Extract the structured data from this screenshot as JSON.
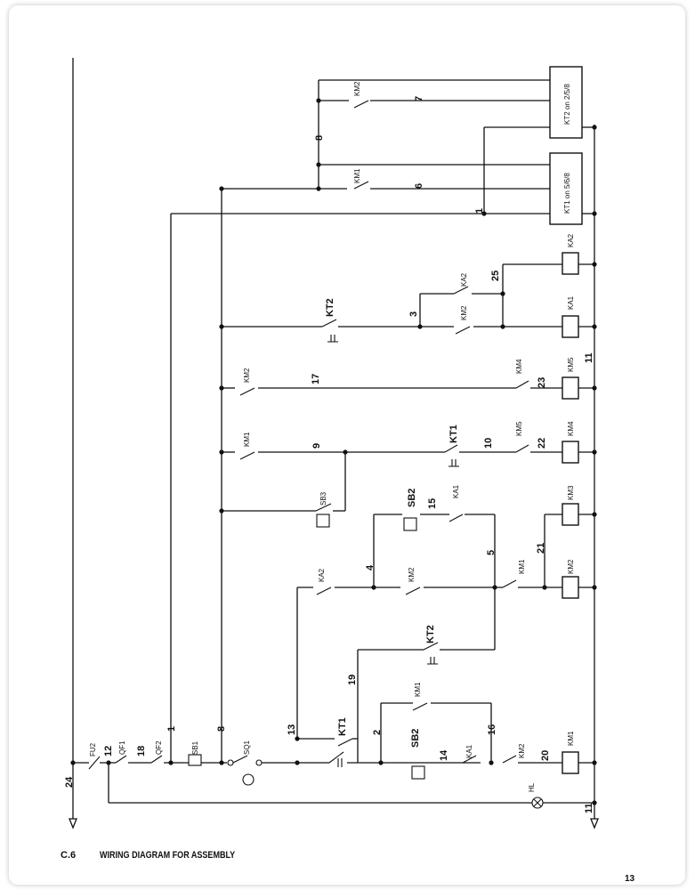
{
  "footer": {
    "code": "C.6",
    "title": "WIRING DIAGRAM FOR ASSEMBLY",
    "page_number": "13"
  },
  "diagram": {
    "wire_numbers": [
      "24",
      "12",
      "18",
      "1",
      "8",
      "13",
      "2",
      "19",
      "14",
      "16",
      "20",
      "4",
      "5",
      "15",
      "21",
      "9",
      "10",
      "22",
      "17",
      "23",
      "11",
      "3",
      "25",
      "6",
      "7"
    ],
    "components": {
      "FU2": "FU2",
      "QF1": "QF1",
      "QF2": "QF2",
      "SB1": "SB1",
      "SQ1": "SQ1",
      "KT1": "KT1",
      "KT2": "KT2",
      "SB2": "SB2",
      "SB3": "SB3",
      "KA1": "KA1",
      "KA2": "KA2",
      "HL": "HL",
      "KM1": "KM1",
      "KM2": "KM2",
      "KM3": "KM3",
      "KM4": "KM4",
      "KM5": "KM5",
      "KT1_coil": "KT1 on 5/6/8",
      "KT2_coil": "KT2 on 2/5/8"
    }
  }
}
